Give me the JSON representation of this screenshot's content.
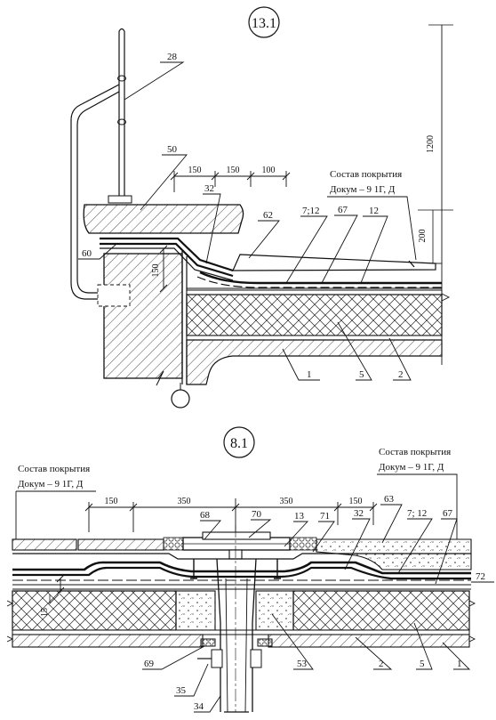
{
  "top_detail": {
    "title": "13.1",
    "composition_label": "Состав покрытия",
    "composition_doc": "Докум  – 9 1Г, Д",
    "dims": {
      "d1": "150",
      "d2": "150",
      "d3": "100",
      "d_side": "150",
      "h_total": "1200",
      "h_part": "200"
    },
    "leaders": {
      "rail": "28",
      "coping": "50",
      "l32": "32",
      "l62": "62",
      "l712": "7;12",
      "l67": "67",
      "l12": "12",
      "l60": "60",
      "l1": "1",
      "l5": "5",
      "l2": "2"
    }
  },
  "bottom_detail": {
    "title": "8.1",
    "composition_left_label": "Состав покрытия",
    "composition_left_doc": "Докум  – 9 1Г, Д",
    "composition_right_label": "Состав покрытия",
    "composition_right_doc": "Докум  – 9 1Г, Д",
    "dims": {
      "d150a": "150",
      "d350a": "350",
      "d350b": "350",
      "d150b": "150",
      "d15": "15"
    },
    "leaders": {
      "l68": "68",
      "l70": "70",
      "l13": "13",
      "l71": "71",
      "l32": "32",
      "l63": "63",
      "l712": "7; 12",
      "l67": "67",
      "l72": "72",
      "l69": "69",
      "l53": "53",
      "l2": "2",
      "l5": "5",
      "l1": "1",
      "l35": "35",
      "l34": "34"
    }
  }
}
